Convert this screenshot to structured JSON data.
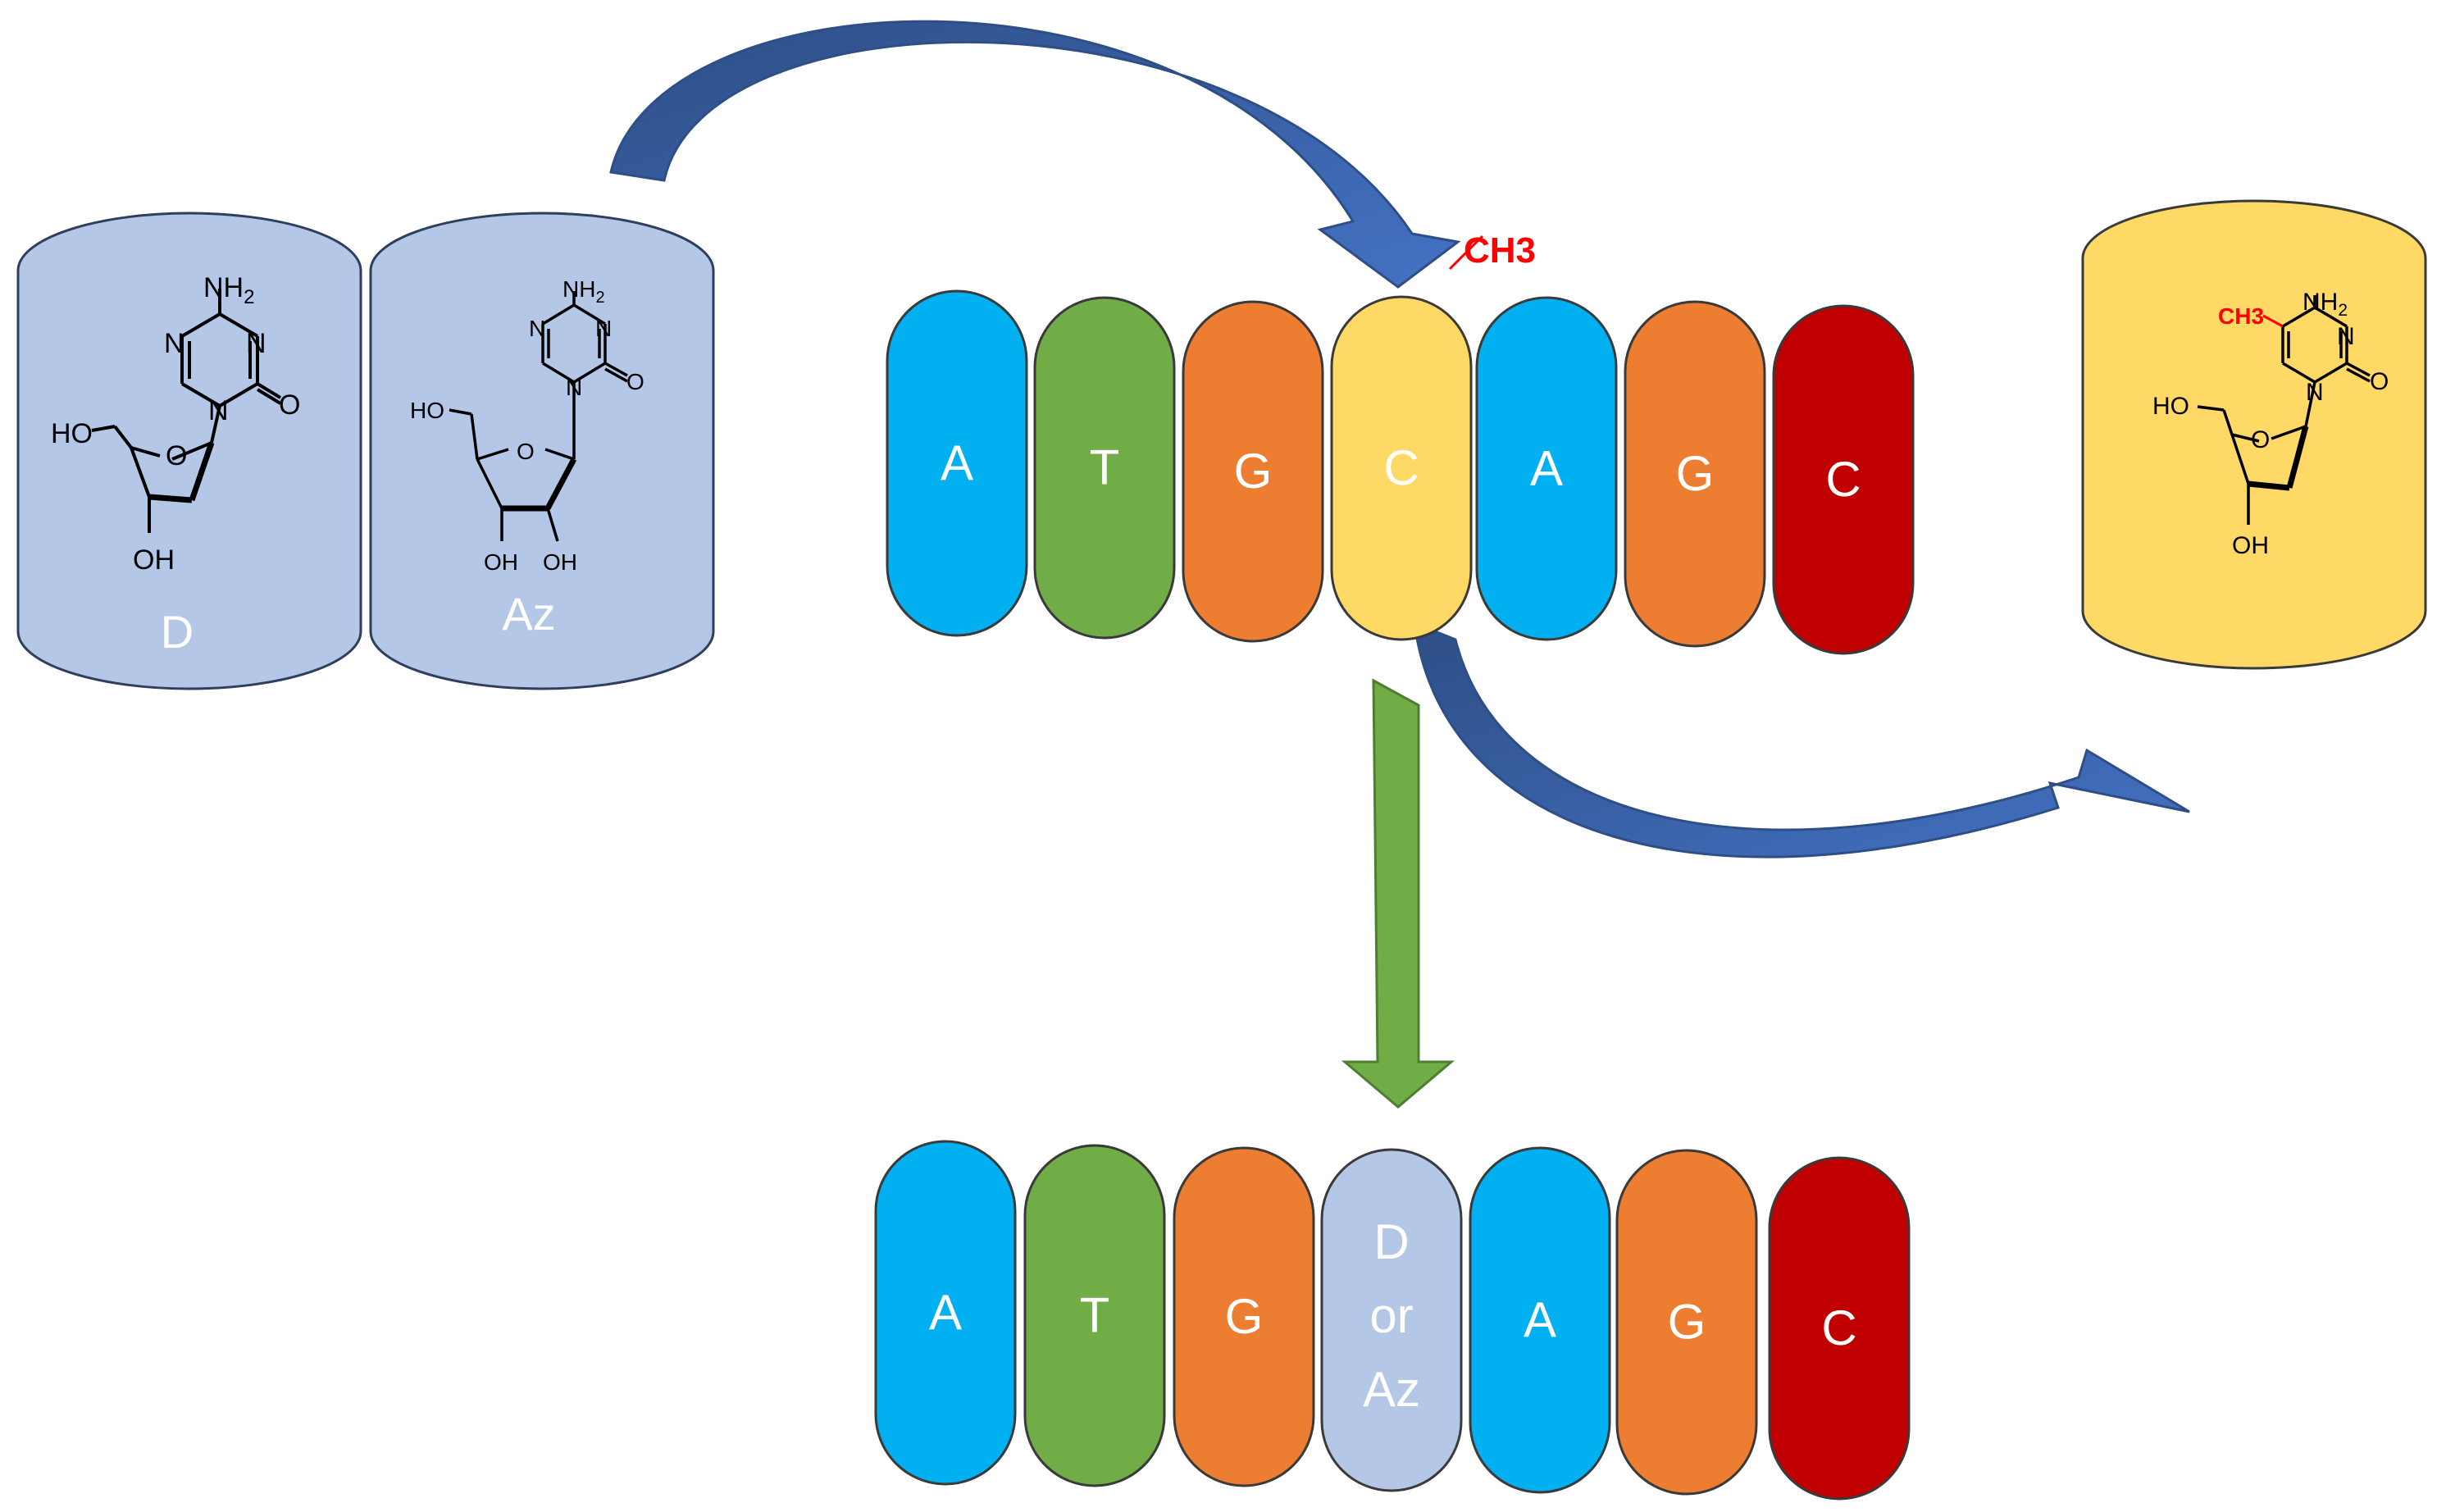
{
  "nucleosides": {
    "d_label": "D",
    "az_label": "Az",
    "methyl_label": "CH3",
    "nh2": "NH",
    "nh2_sub": "2",
    "n": "N",
    "o": "O",
    "ho": "HO",
    "oh": "OH"
  },
  "colors": {
    "A": "#00B0F0",
    "T": "#70AD47",
    "G": "#ED7D31",
    "C_top": "#FFD966",
    "C_last": "#C00000",
    "D_or_Az": "#B4C7E7",
    "cylinder_blue": "#B4C7E7",
    "cylinder_yellow": "#FFD966",
    "arrow_blue": "#4472C4",
    "arrow_green": "#70AD47",
    "methyl_red": "#FF0000"
  },
  "methyl_mark": "CH3",
  "top_strand": [
    "A",
    "T",
    "G",
    "C",
    "A",
    "G",
    "C"
  ],
  "bottom_strand": {
    "bases": [
      "A",
      "T",
      "G",
      "",
      "A",
      "G",
      "C"
    ],
    "substituted": [
      "D",
      "or",
      "Az"
    ]
  }
}
